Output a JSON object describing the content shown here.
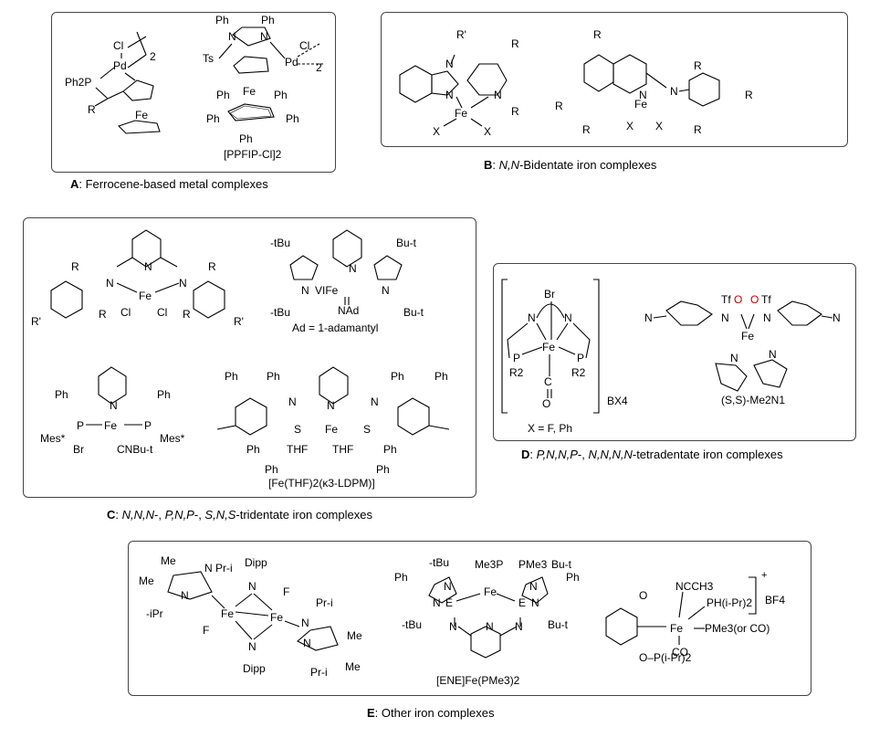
{
  "panels": {
    "A": {
      "letter": "A",
      "caption": ": Ferrocene-based metal complexes",
      "compound_label": "[PPFIP-Cl]2"
    },
    "B": {
      "letter": "B",
      "caption_italic": "N,N",
      "caption": "-Bidentate iron complexes"
    },
    "C": {
      "letter": "C",
      "caption_prefix": ": ",
      "caption_i1": "N,N,N",
      "caption_s1": "-, ",
      "caption_i2": "P,N,P",
      "caption_s2": "-, ",
      "caption_i3": "S,N,S",
      "caption": "-tridentate iron complexes",
      "ad_note": "Ad = 1-adamantyl",
      "compound_label": "[Fe(THF)2(κ3-LDPM)]"
    },
    "D": {
      "letter": "D",
      "caption_prefix": ": ",
      "caption_i1": "P,N,N,P",
      "caption_s1": "-, ",
      "caption_i2": "N,N,N,N",
      "caption": "-tetradentate iron complexes",
      "counterion": "BX4",
      "x_note": "X = F, Ph",
      "compound_label": "(S,S)-Me2N1"
    },
    "E": {
      "letter": "E",
      "caption": ": Other iron complexes",
      "compound_label": "[ENE]Fe(PMe3)2",
      "charge": "+",
      "anion": "BF4"
    }
  },
  "atoms": {
    "fe": "Fe",
    "pd": "Pd",
    "cl": "Cl",
    "ph": "Ph",
    "ph2p": "Ph2P",
    "r": "R",
    "rp": "R'",
    "ts": "Ts",
    "n": "N",
    "x": "X",
    "p": "P",
    "s": "S",
    "thf": "THF",
    "br": "Br",
    "mes": "Mes*",
    "cnbu": "CNBu-t",
    "tbu": "-tBu",
    "but": "Bu-t",
    "vife": "VIFe",
    "nad": "NAd",
    "r2": "R2",
    "tf": "Tf",
    "o": "O",
    "me": "Me",
    "pri": "Pr-i",
    "ipr": "-iPr",
    "dipp": "Dipp",
    "f": "F",
    "me3p": "Me3P",
    "pme3": "PMe3",
    "e": "E",
    "ncch3": "NCCH3",
    "phipr": "PH(i-Pr)2",
    "pme3co": "PMe3(or CO)",
    "co": "CO",
    "opipr": "O–P(i-Pr)2",
    "two": "2",
    "c": "C"
  }
}
